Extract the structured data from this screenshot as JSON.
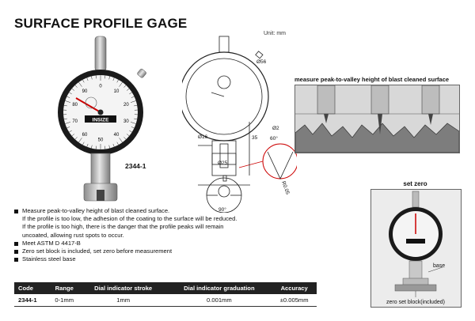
{
  "title": "SURFACE PROFILE GAGE",
  "unit": "Unit: mm",
  "model": "2344-1",
  "brand": "INSIZE",
  "dial_numbers": [
    "0",
    "10",
    "20",
    "30",
    "40",
    "50",
    "60",
    "70",
    "80",
    "90"
  ],
  "drawing": {
    "d56": "Ø56",
    "d16": "Ø16",
    "d2": "Ø2",
    "d25": "Ø25",
    "h35": "35",
    "a60": "60°",
    "r005": "R0.05",
    "a90": "90°"
  },
  "peak_panel_title": "measure peak-to-valley height of blast cleaned surface",
  "setzero": {
    "title": "set zero",
    "base_label": "base",
    "block_label": "zero set block(included)"
  },
  "bullets": [
    {
      "text": "Measure peak-to-valley height of blast cleaned surface.",
      "sub": [
        "If the profile is too low, the adhesion of the coating to the surface will be reduced.",
        "If the profile is too high, there is the danger that the profile peaks will remain",
        "uncoated, allowing rust spots to occur."
      ]
    },
    {
      "text": "Meet ASTM D 4417-B",
      "sub": []
    },
    {
      "text": "Zero set block is included, set zero before measurement",
      "sub": []
    },
    {
      "text": "Stainless steel base",
      "sub": []
    }
  ],
  "table": {
    "headers": [
      "Code",
      "Range",
      "Dial indicator stroke",
      "Dial indicator graduation",
      "Accuracy"
    ],
    "rows": [
      [
        "2344-1",
        "0-1mm",
        "1mm",
        "0.001mm",
        "±0.005mm"
      ]
    ]
  }
}
